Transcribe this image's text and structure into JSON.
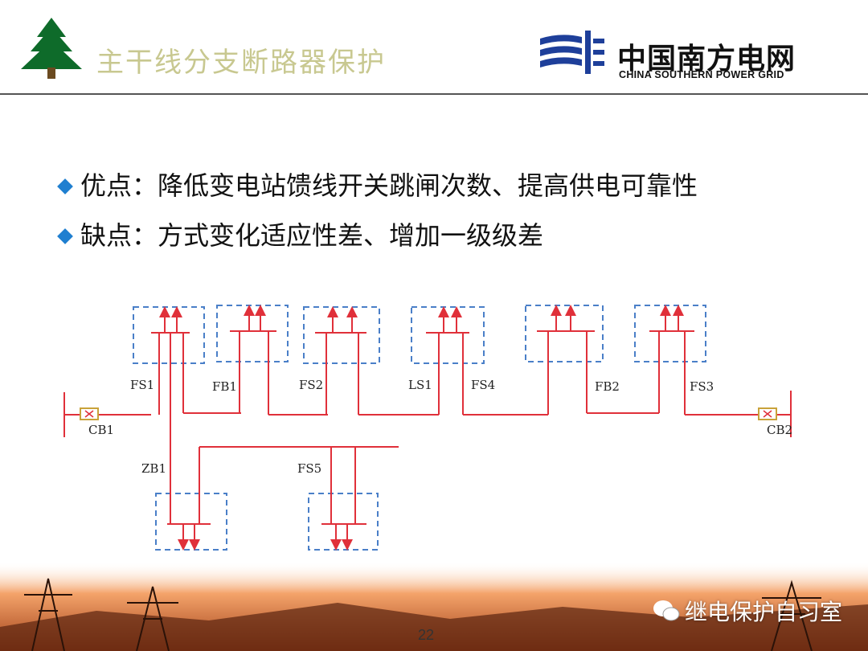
{
  "header": {
    "title": "主干线分支断路器保护",
    "logo_cn": "中国南方电网",
    "logo_en": "CHINA SOUTHERN POWER GRID"
  },
  "bullets": [
    "优点：降低变电站馈线开关跳闸次数、提高供电可靠性",
    "缺点：方式变化适应性差、增加一级级差"
  ],
  "diagram": {
    "labels": {
      "cb1": "CB1",
      "cb2": "CB2",
      "fs1": "FS1",
      "fb1": "FB1",
      "fs2": "FS2",
      "ls1": "LS1",
      "fs4": "FS4",
      "fb2": "FB2",
      "fs3": "FS3",
      "zb1": "ZB1",
      "fs5": "FS5"
    },
    "colors": {
      "line": "#e0303a",
      "box": "#4a7fc8",
      "breaker": "#c9a23a"
    }
  },
  "footer": {
    "page_number": "22",
    "watermark": "继电保护自习室"
  }
}
